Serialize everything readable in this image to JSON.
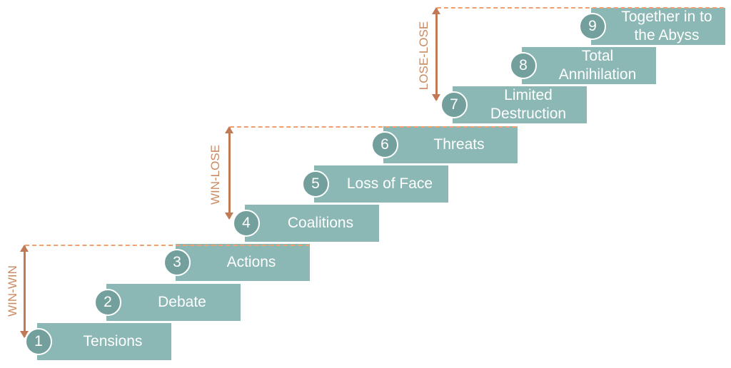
{
  "steps": [
    {
      "number": "1",
      "label": "Tensions"
    },
    {
      "number": "2",
      "label": "Debate"
    },
    {
      "number": "3",
      "label": "Actions"
    },
    {
      "number": "4",
      "label": "Coalitions"
    },
    {
      "number": "5",
      "label": "Loss of Face"
    },
    {
      "number": "6",
      "label": "Threats"
    },
    {
      "number": "7",
      "label": "Limited Destruction"
    },
    {
      "number": "8",
      "label": "Total Annihilation"
    },
    {
      "number": "9",
      "label": "Together in to the Abyss"
    }
  ],
  "zones": [
    {
      "label": "WIN-WIN"
    },
    {
      "label": "WIN-LOSE"
    },
    {
      "label": "LOSE-LOSE"
    }
  ],
  "colors": {
    "step": "#8bb7b4",
    "circle": "#73a09d",
    "arrow": "#c07a55",
    "dash": "#f0a070"
  }
}
